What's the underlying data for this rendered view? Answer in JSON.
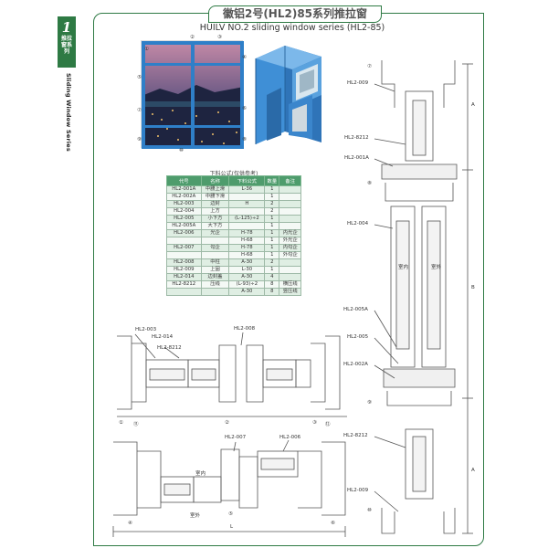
{
  "side_tab": {
    "number": "1",
    "cn_label": "推拉窗系列",
    "en_label": "Sliding Window Series"
  },
  "title": "徽铝2号(HL2)85系列推拉窗",
  "subtitle": "HUILV NO.2 sliding window series (HL2-85)",
  "table": {
    "caption": "下料公式(仅供参考)",
    "headers": [
      "代号",
      "名称",
      "下料公式",
      "数量",
      "备注"
    ],
    "rows": [
      [
        "HL2-001A",
        "中腰上滑",
        "L-36",
        "1",
        ""
      ],
      [
        "HL2-002A",
        "中腰下滑",
        "",
        "1",
        ""
      ],
      [
        "HL2-003",
        "边封",
        "H",
        "2",
        ""
      ],
      [
        "HL2-004",
        "上方",
        "",
        "2",
        ""
      ],
      [
        "HL2-005",
        "小下方",
        "(L-125)÷2",
        "1",
        ""
      ],
      [
        "HL2-005A",
        "大下方",
        "",
        "1",
        ""
      ],
      [
        "HL2-006",
        "光企",
        "H-78",
        "1",
        "内光企"
      ],
      [
        "",
        "",
        "H-68",
        "1",
        "外光企"
      ],
      [
        "HL2-007",
        "勾企",
        "H-78",
        "1",
        "内勾企"
      ],
      [
        "",
        "",
        "H-68",
        "1",
        "外勾企"
      ],
      [
        "HL2-008",
        "中柱",
        "A-30",
        "2",
        ""
      ],
      [
        "HL2-009",
        "上固",
        "L-30",
        "1",
        ""
      ],
      [
        "HL2-014",
        "边封盖",
        "A-30",
        "4",
        ""
      ],
      [
        "HL2-8212",
        "压线",
        "(L-93)÷2",
        "8",
        "横压线"
      ],
      [
        "",
        "",
        "A-30",
        "8",
        "竖压线"
      ]
    ]
  },
  "drawing_labels": {
    "hl2_009_top": "HL2-009",
    "hl2_8212_top": "HL2-8212",
    "hl2_001a": "HL2-001A",
    "hl2_004": "HL2-004",
    "hl2_005a": "HL2-005A",
    "hl2_005": "HL2-005",
    "hl2_002a": "HL2-002A",
    "hl2_8212_bot": "HL2-8212",
    "hl2_009_bot": "HL2-009",
    "hl2_003": "HL2-003",
    "hl2_014": "HL2-014",
    "hl2_8212_mid": "HL2-8212",
    "hl2_008": "HL2-008",
    "hl2_007": "HL2-007",
    "hl2_006": "HL2-006",
    "indoor_a": "室内",
    "outdoor_a": "室外",
    "indoor_b": "室内",
    "outdoor_b": "室外",
    "dim_a_top": "A",
    "dim_b": "B",
    "dim_a_bot": "A",
    "dim_l": "L"
  },
  "photo_markers": [
    "①",
    "②",
    "③",
    "④",
    "⑤",
    "⑥",
    "⑦",
    "⑧",
    "⑨",
    "⑩"
  ],
  "section_markers": {
    "s7": "⑦",
    "s8": "⑧",
    "s9": "⑨",
    "s10": "⑩",
    "s1": "①",
    "s11": "⑪",
    "s2": "②",
    "s3": "③",
    "s12": "⑫",
    "s4": "④",
    "s5": "⑤",
    "s6": "⑥"
  },
  "colors": {
    "accent": "#2e7a44",
    "table_header": "#4e9c6c",
    "profile_blue": "#3f8fd6"
  }
}
